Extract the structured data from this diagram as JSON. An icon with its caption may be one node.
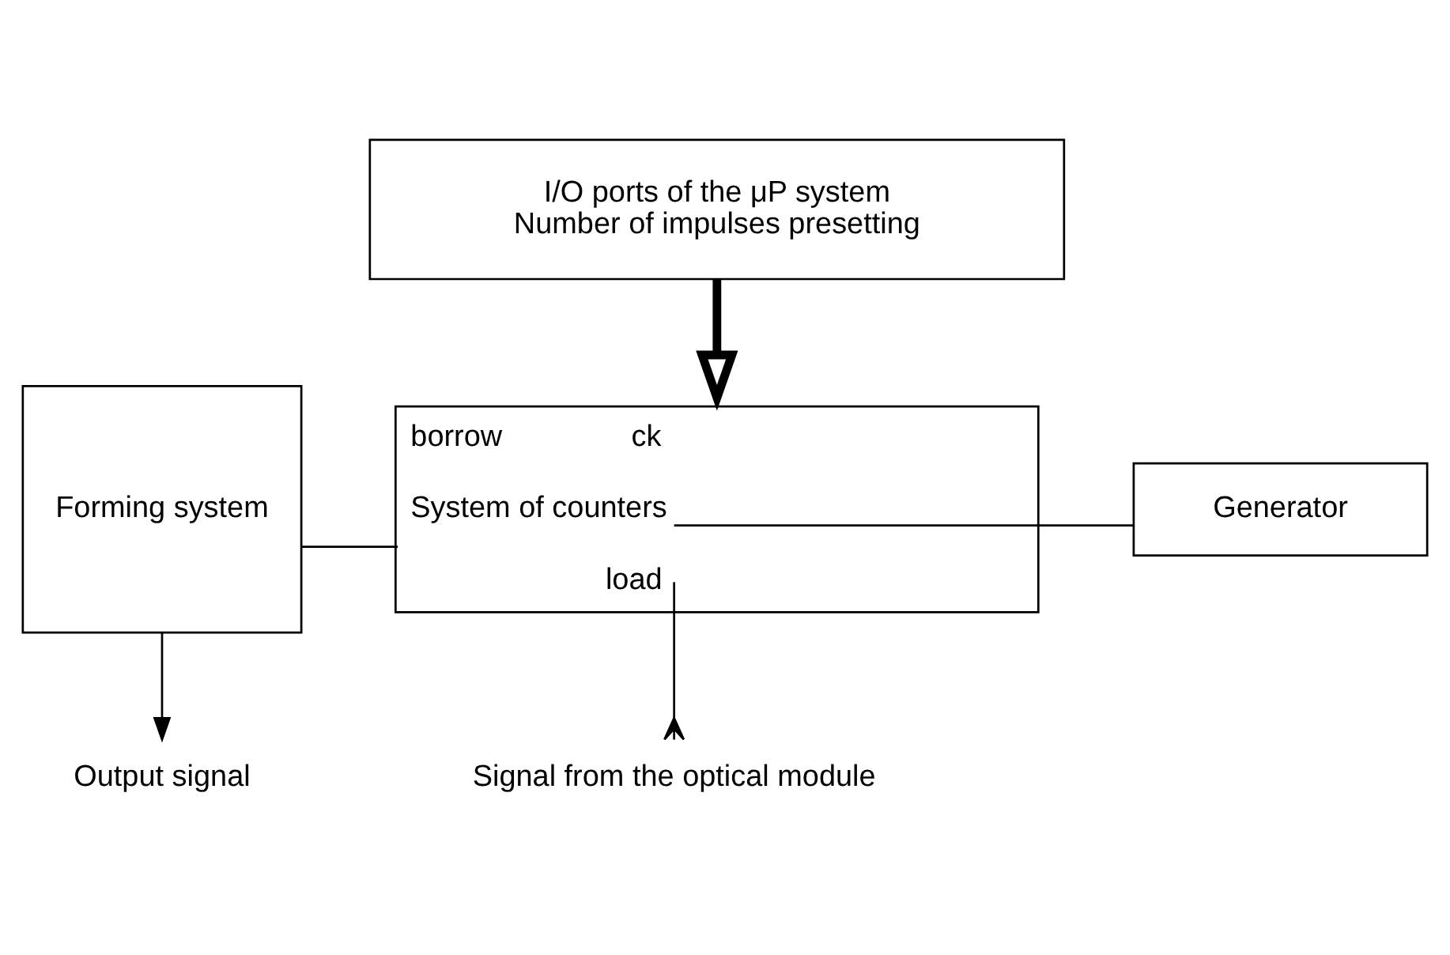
{
  "diagram": {
    "nodes": [
      {
        "text": [
          "I/O ports of the μP system",
          "Number of impulses presetting"
        ]
      },
      {
        "text": [
          "Forming system"
        ]
      },
      {
        "text": [
          "borrow",
          "ck",
          "System of counters",
          "load"
        ]
      },
      {
        "text": [
          "Generator"
        ]
      },
      {
        "text": [
          "Output signal"
        ]
      },
      {
        "text": [
          "Signal from the optical module"
        ]
      }
    ],
    "edges": [
      {
        "from": 0,
        "to": 2,
        "arrow": "to",
        "style": "thick"
      },
      {
        "from": 2,
        "to": 1,
        "arrow": "none"
      },
      {
        "from": 3,
        "to": 2,
        "arrow": "none"
      },
      {
        "from": 1,
        "to": 4,
        "arrow": "to"
      },
      {
        "from": 2,
        "to": 5,
        "arrow": "other"
      }
    ]
  }
}
